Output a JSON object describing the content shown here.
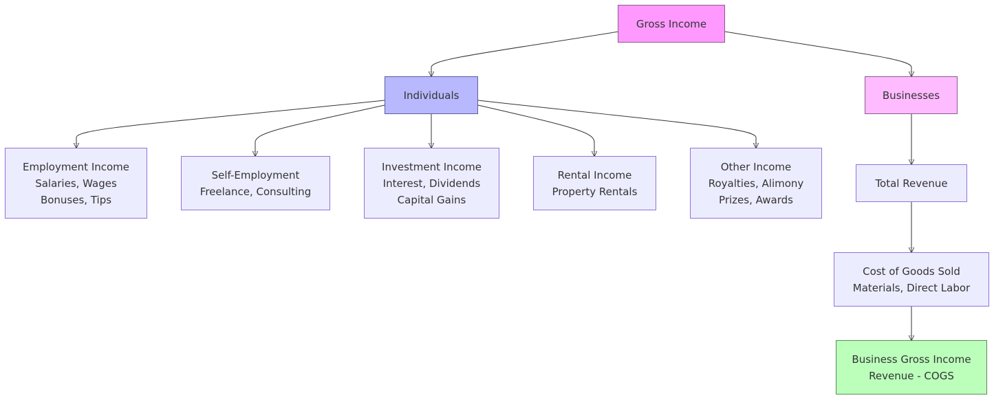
{
  "colors": {
    "root_fill": "#ff99ff",
    "root_border": "#8c5a8c",
    "individuals_fill": "#b8b8ff",
    "individuals_border": "#5c5c99",
    "businesses_fill": "#ffbbff",
    "businesses_border": "#8c5a8c",
    "leaf_fill": "#ececff",
    "leaf_border": "#9370db",
    "result_fill": "#bbffbb",
    "result_border": "#5a8c5a",
    "edge": "#333333"
  },
  "nodes": {
    "gross_income": {
      "lines": [
        "Gross Income"
      ]
    },
    "individuals": {
      "lines": [
        "Individuals"
      ]
    },
    "businesses": {
      "lines": [
        "Businesses"
      ]
    },
    "employment_income": {
      "lines": [
        "Employment Income",
        "Salaries, Wages",
        "Bonuses, Tips"
      ]
    },
    "self_employment": {
      "lines": [
        "Self-Employment",
        "Freelance, Consulting"
      ]
    },
    "investment_income": {
      "lines": [
        "Investment Income",
        "Interest, Dividends",
        "Capital Gains"
      ]
    },
    "rental_income": {
      "lines": [
        "Rental Income",
        "Property Rentals"
      ]
    },
    "other_income": {
      "lines": [
        "Other Income",
        "Royalties, Alimony",
        "Prizes, Awards"
      ]
    },
    "total_revenue": {
      "lines": [
        "Total Revenue"
      ]
    },
    "cogs": {
      "lines": [
        "Cost of Goods Sold",
        "Materials, Direct Labor"
      ]
    },
    "business_gross_income": {
      "lines": [
        "Business Gross Income",
        "Revenue - COGS"
      ]
    }
  }
}
